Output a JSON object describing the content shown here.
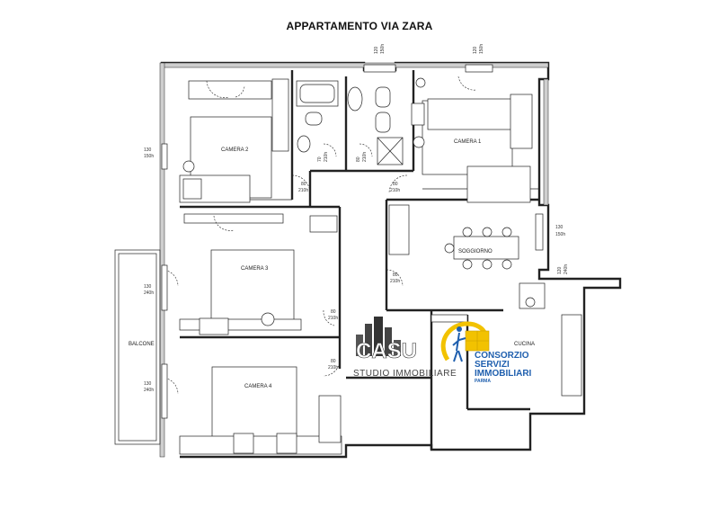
{
  "title": "APPARTAMENTO VIA ZARA",
  "rooms": {
    "camera2": "CAMERA 2",
    "camera1": "CAMERA 1",
    "soggiorno": "SOGGIORNO",
    "camera3": "CAMERA 3",
    "camera4": "CAMERA 4",
    "cucina": "CUCINA",
    "balcone": "BALCONE"
  },
  "dims": {
    "w_top1_a": "120",
    "w_top1_b": "150h",
    "w_top2_a": "120",
    "w_top2_b": "150h",
    "w_cam2_a": "130",
    "w_cam2_b": "150h",
    "w_sogg_a": "130",
    "w_sogg_b": "150h",
    "w_cucina_a": "120",
    "w_cucina_b": "240h",
    "w_cam3_a": "130",
    "w_cam3_b": "240h",
    "w_cam4_a": "130",
    "w_cam4_b": "240h",
    "d_bath1_a": "70",
    "d_bath1_b": "210h",
    "d_bath2_a": "80",
    "d_bath2_b": "210h",
    "d_cam2_a": "80",
    "d_cam2_b": "210h",
    "d_cam1_a": "80",
    "d_cam1_b": "210h",
    "d_sogg_a": "80",
    "d_sogg_b": "210h",
    "d_cam3_a": "80",
    "d_cam3_b": "210h",
    "d_cam4_a": "80",
    "d_cam4_b": "210h"
  },
  "logos": {
    "casu": "CASU",
    "casu_sub": "STUDIO IMMOBILIARE",
    "consorzio1": "CONSORZIO",
    "consorzio2": "SERVIZI",
    "consorzio3": "IMMOBILIARI",
    "consorzio4": "PARMA"
  }
}
